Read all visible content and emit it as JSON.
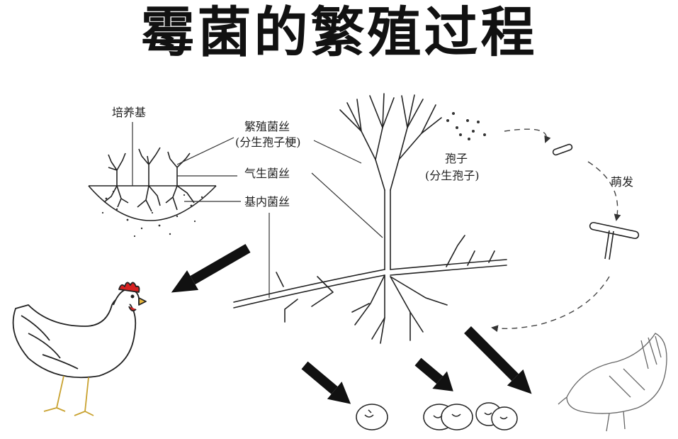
{
  "title": "霉菌的繁殖过程",
  "labels": {
    "medium": "培养基",
    "reproductive_hyphae": "繁殖菌丝",
    "reproductive_hyphae_sub": "(分生孢子梗)",
    "aerial_hyphae": "气生菌丝",
    "substrate_hyphae": "基内菌丝",
    "spore": "孢子",
    "spore_sub": "(分生孢子)",
    "germination": "萌发"
  },
  "colors": {
    "ink": "#111111",
    "comb": "#d62020",
    "beak": "#e7b53a"
  }
}
